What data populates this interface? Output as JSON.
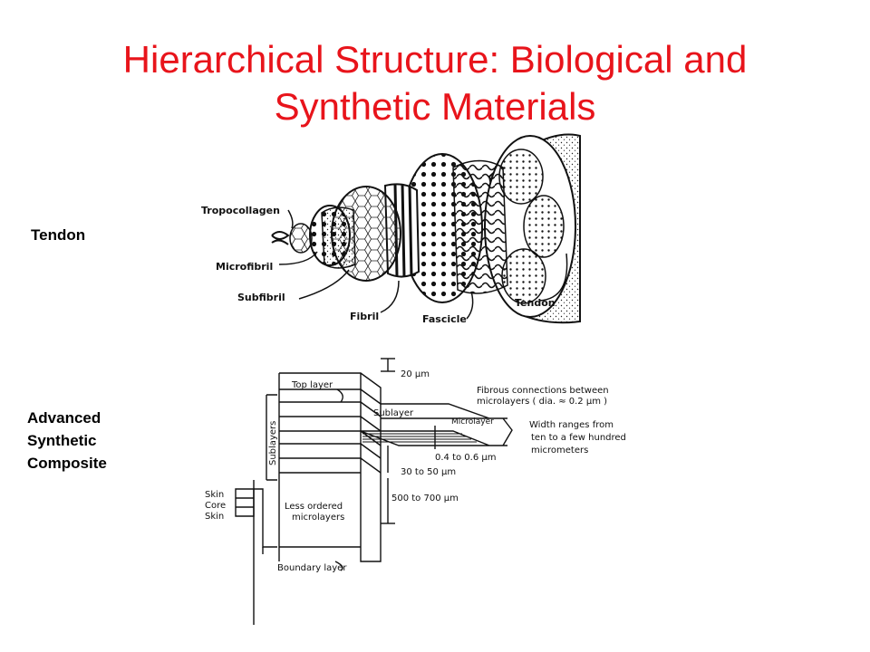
{
  "slide": {
    "title_line1": "Hierarchical Structure: Biological and",
    "title_line2": "Synthetic Materials"
  },
  "labels": {
    "tendon": "Tendon",
    "composite": [
      "Advanced",
      "Synthetic",
      "Composite"
    ]
  },
  "tendon_diagram": {
    "tropocollagen": "Tropocollagen",
    "microfibril": "Microfibril",
    "subfibril": "Subfibril",
    "fibril": "Fibril",
    "fascicle": "Fascicle",
    "tendon": "Tendon"
  },
  "composite_diagram": {
    "top_layer": "Top layer",
    "dim_20": "20 μm",
    "fibrous_line1": "Fibrous connections between",
    "fibrous_line2": "microlayers ( dia. ≈ 0.2 μm )",
    "sublayer": "Sublayer",
    "microlayer": "Microlayer",
    "width_line1": "Width ranges from",
    "width_line2": "ten to a few hundred",
    "width_line3": "micrometers",
    "sublayers": "Sublayers",
    "dim_04": "0.4 to 0.6 μm",
    "dim_30": "30 to 50 μm",
    "skin1": "Skin",
    "core": "Core",
    "skin2": "Skin",
    "less_ordered_line1": "Less ordered",
    "less_ordered_line2": "microlayers",
    "dim_500": "500 to 700 μm",
    "boundary_layer": "Boundary layer"
  }
}
